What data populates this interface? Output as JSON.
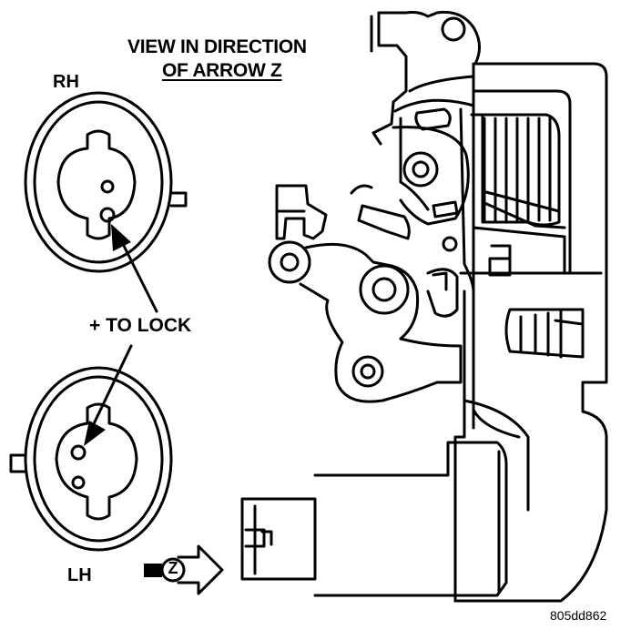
{
  "labels": {
    "title_line1": "VIEW IN DIRECTION",
    "title_line2": "OF ARROW Z",
    "rh": "RH",
    "lh": "LH",
    "lock": "+ TO LOCK",
    "z": "Z",
    "figure_code": "805dd862"
  }
}
